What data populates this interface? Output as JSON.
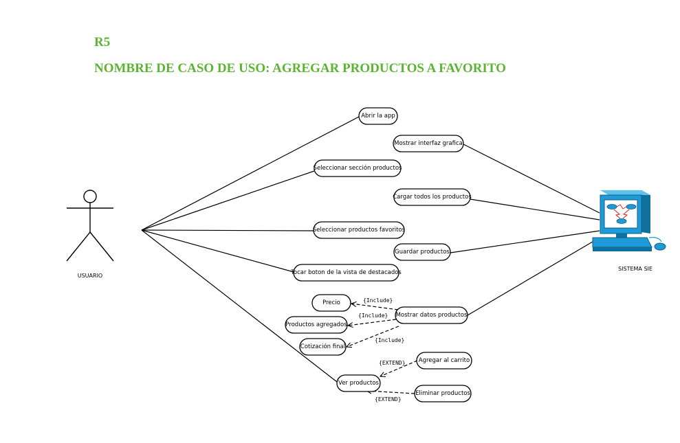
{
  "document": {
    "requirement_code": "R5",
    "use_case_title": "NOMBRE DE CASO DE USO: AGREGAR PRODUCTOS A FAVORITO"
  },
  "actors": {
    "user": "USUARIO",
    "system": "SISTEMA SIE"
  },
  "use_cases": {
    "abrir_app": "Abrir la app",
    "mostrar_interfaz": "Mostrar interfaz grafica",
    "seleccionar_seccion": "Seleccionar sección productos",
    "cargar_productos": "Cargar todos los productos",
    "seleccionar_favoritos": "Seleccionar productos favoritos",
    "guardar_productos": "Guardar productos",
    "tocar_boton": "Tocar boton de la vista de destacados",
    "precio": "Precio",
    "mostrar_datos": "Mostrar datos productos",
    "productos_agregados": "Productos agregados",
    "cotizacion_final": "Cotización final",
    "agregar_carrito": "Agregar al carrito",
    "ver_productos": "Ver productos",
    "eliminar_productos": "Eliminar productos"
  },
  "stereotypes": {
    "include_precio": "{Include}",
    "include_agregados": "{Include}",
    "include_cotizacion": "{Include}",
    "extend_agregar": "{EXTEND}",
    "extend_eliminar": "{EXTEND}"
  },
  "colors": {
    "heading": "#5bb531",
    "monitor_frame": "#1e9ad6",
    "monitor_screen": "#ffffff"
  },
  "icons": {
    "user_actor": "stick-figure-icon",
    "system_actor": "computer-network-icon"
  }
}
